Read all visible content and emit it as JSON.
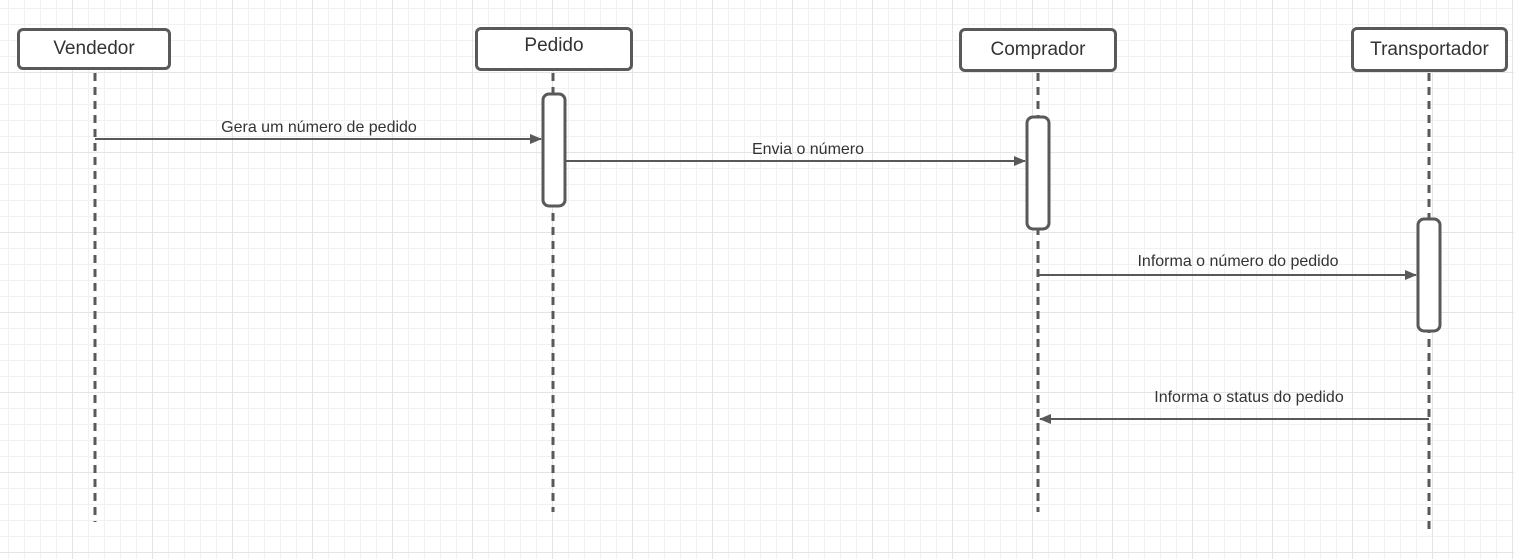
{
  "actors": [
    {
      "id": "vendedor",
      "label": "Vendedor"
    },
    {
      "id": "pedido",
      "label": "Pedido"
    },
    {
      "id": "comprador",
      "label": "Comprador"
    },
    {
      "id": "transportador",
      "label": "Transportador"
    }
  ],
  "messages": [
    {
      "from": "vendedor",
      "to": "pedido",
      "label": "Gera um número de pedido"
    },
    {
      "from": "pedido",
      "to": "comprador",
      "label": "Envia o número"
    },
    {
      "from": "comprador",
      "to": "transportador",
      "label": "Informa o número do pedido"
    },
    {
      "from": "transportador",
      "to": "comprador",
      "label": "Informa o status do pedido"
    }
  ],
  "colors": {
    "stroke": "#595959",
    "text": "#333333",
    "grid": "#e4e4e4"
  }
}
